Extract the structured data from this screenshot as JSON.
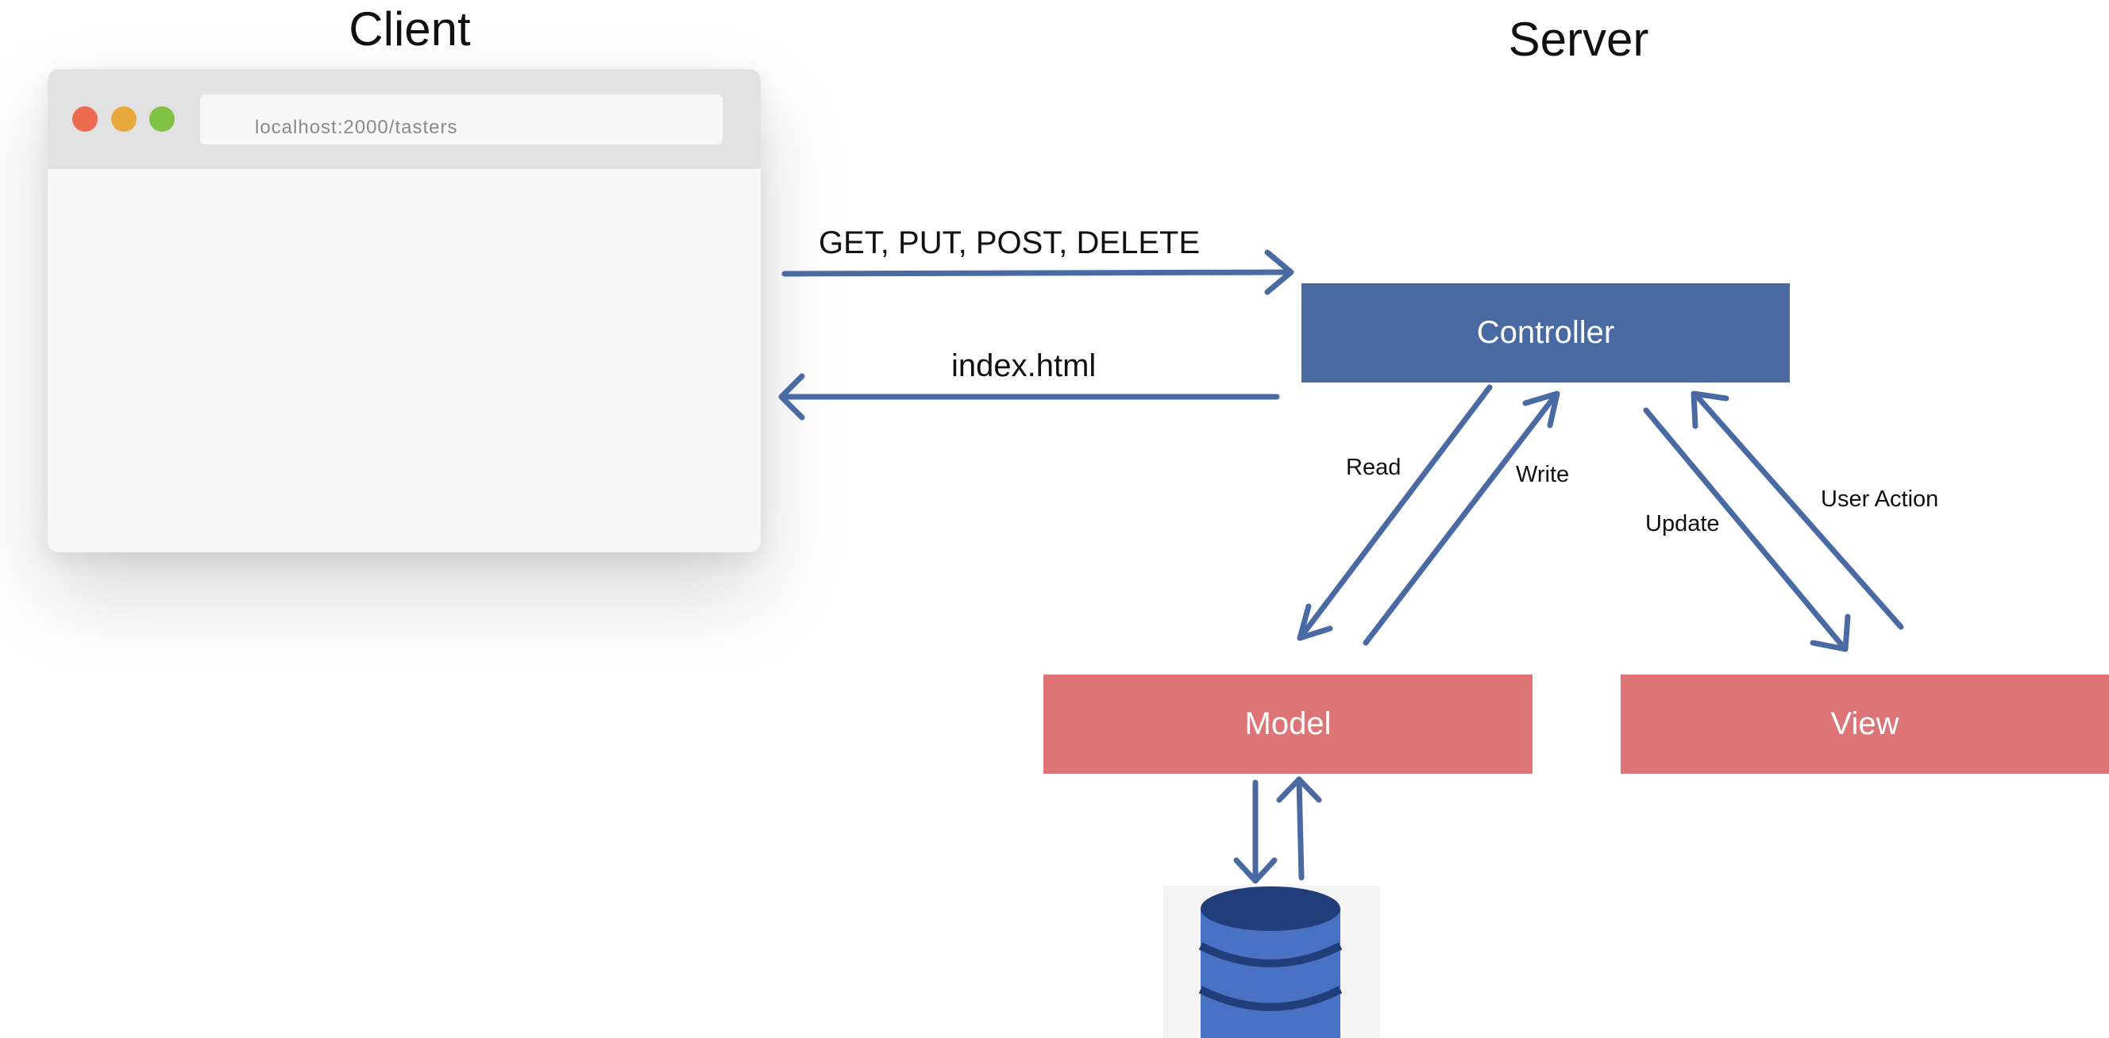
{
  "client": {
    "heading": "Client",
    "url": "localhost:2000/tasters",
    "traffic_lights": {
      "close": "#ec6a50",
      "minimize": "#eaa93d",
      "zoom": "#7fc244"
    }
  },
  "server": {
    "heading": "Server"
  },
  "nodes": {
    "controller": "Controller",
    "model": "Model",
    "view": "View"
  },
  "edges": {
    "request": "GET, PUT, POST, DELETE",
    "response": "index.html",
    "read": "Read",
    "write": "Write",
    "update": "Update",
    "user_action": "User Action"
  },
  "icons": {
    "database": "database-icon"
  },
  "colors": {
    "controller_fill": "#4869a1",
    "arrow": "#4a6aa4",
    "model_fill": "#dd7476",
    "view_fill": "#dd7476",
    "database_top": "#213e7a",
    "database_body": "#4a72c4"
  }
}
